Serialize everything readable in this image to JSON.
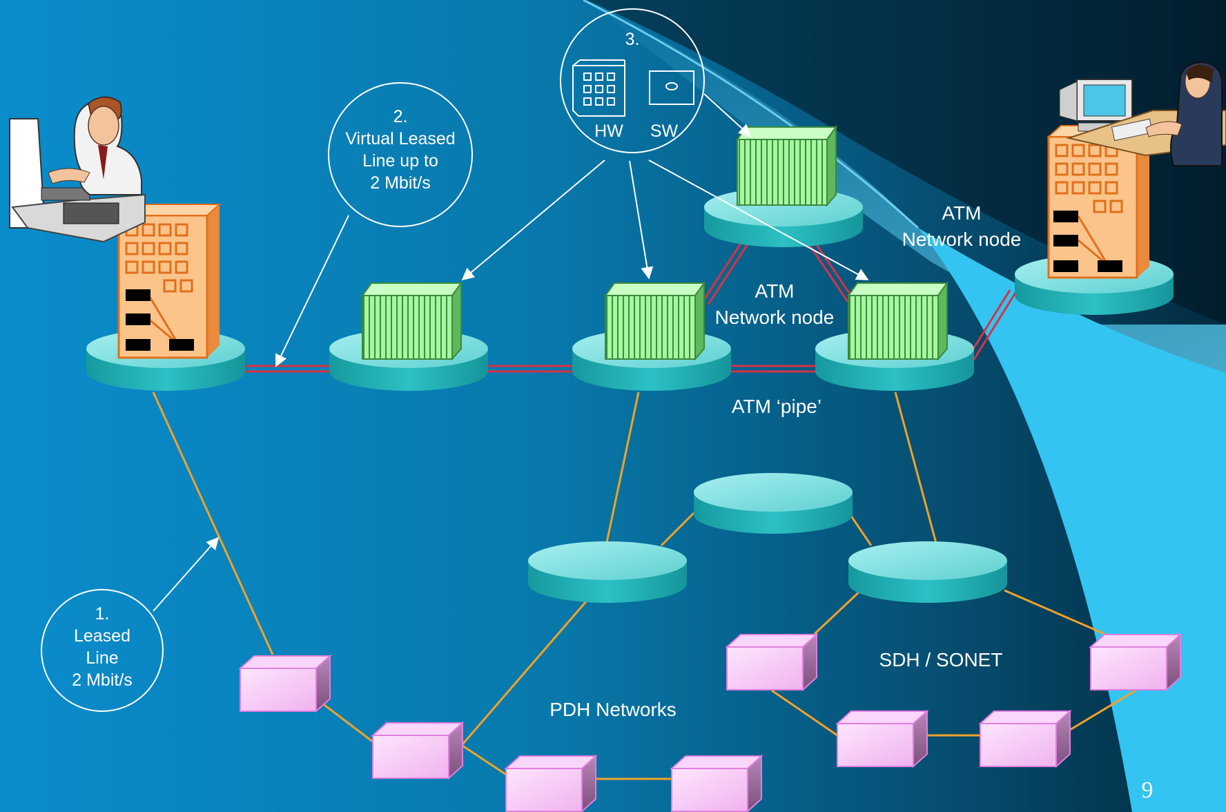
{
  "labels": {
    "step1": [
      "1.",
      "Leased",
      "Line",
      "2 Mbit/s"
    ],
    "step2": [
      "2.",
      "Virtual Leased",
      "Line up to",
      "2 Mbit/s"
    ],
    "step3_title": "3.",
    "hw": "HW",
    "sw": "SW",
    "atm_node_right": [
      "ATM",
      "Network node"
    ],
    "atm_node_center": [
      "ATM",
      "Network node"
    ],
    "atm_pipe": "ATM ‘pipe’",
    "pdh": "PDH Networks",
    "sdh": "SDH / SONET"
  },
  "page_number": "9",
  "colors": {
    "background_left": "#0b84bf",
    "background_right": "#02101a",
    "arc": "#35c6f2",
    "node_side": "#27b1b5",
    "node_top": "#7fdede",
    "switch_green": "#9ff59b",
    "pdh_pink": "#f4c2f4",
    "building": "#fbc48a",
    "link_orange": "#f2a228",
    "link_red": "#d83040"
  },
  "icons": [
    "person-at-computer-icon",
    "office-building-icon",
    "atm-switch-icon",
    "network-node-disc-icon",
    "pdh-mux-box-icon",
    "hardware-chip-icon",
    "software-disk-icon"
  ]
}
